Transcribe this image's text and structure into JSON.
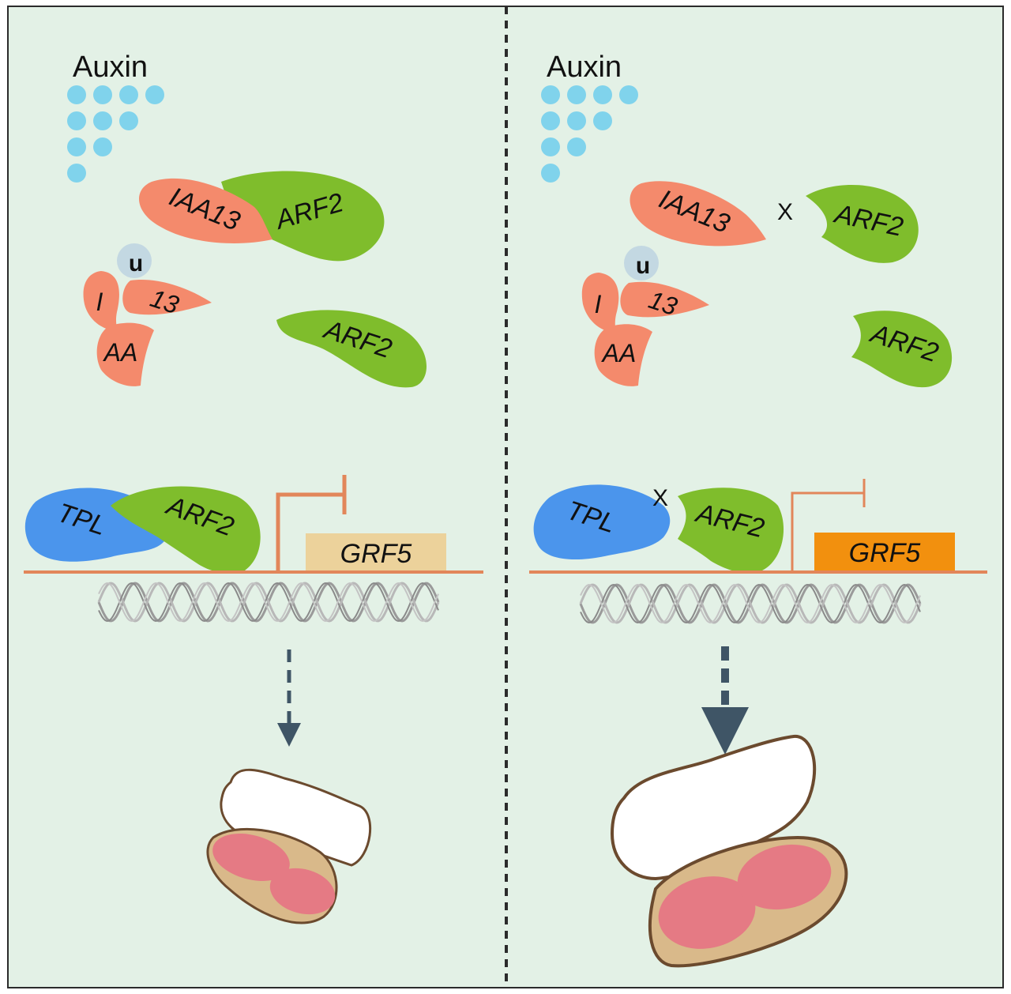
{
  "colors": {
    "background": "#e3f1e6",
    "border": "#2b2b2b",
    "auxin_dot": "#80d3ec",
    "iaa13": "#f48a6c",
    "arf2": "#7fbd2c",
    "tpl": "#4b95ec",
    "ubiquitin_halo": "#c3d8e2",
    "ubiquitin_letter": "#1f4060",
    "dna_line": "#e2865a",
    "promoter": "#e2865a",
    "grf5_low": "#ecd29b",
    "grf5_high": "#f2900e",
    "block_mark": "#e03020",
    "arrow": "#3f5566",
    "shell": "#ffffff",
    "shell_outline": "#6b4a2e",
    "kernel": "#e57a84",
    "pod_bottom": "#d9b98a"
  },
  "left_panel": {
    "auxin_label": "Auxin",
    "complex": {
      "iaa13_label": "IAA13",
      "arf2_label": "ARF2"
    },
    "degraded_iaa13": {
      "ub_label": "u",
      "fragment_i": "I",
      "fragment_13": "13",
      "fragment_aa": "AA"
    },
    "free_arf2_label": "ARF2",
    "repressor": {
      "tpl_label": "TPL",
      "arf2_label": "ARF2"
    },
    "gene_label": "GRF5"
  },
  "right_panel": {
    "auxin_label": "Auxin",
    "complex": {
      "iaa13_label": "IAA13",
      "block_mark": "X",
      "arf2_label": "ARF2"
    },
    "degraded_iaa13": {
      "ub_label": "u",
      "fragment_i": "I",
      "fragment_13": "13",
      "fragment_aa": "AA"
    },
    "free_arf2_label": "ARF2",
    "repressor": {
      "tpl_label": "TPL",
      "block_mark": "X",
      "arf2_label": "ARF2"
    },
    "gene_label": "GRF5"
  }
}
